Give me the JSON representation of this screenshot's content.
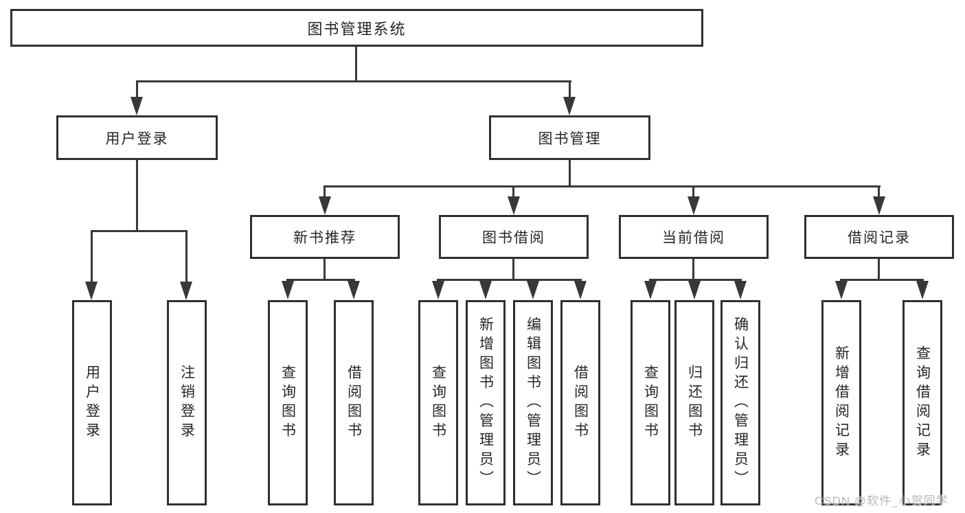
{
  "diagram": {
    "type": "tree-diagram",
    "colors": {
      "background": "#ffffff",
      "line": "#383838",
      "box_border": "#2f2f2f",
      "text": "#262626",
      "watermark": "#b3b6bb"
    },
    "root": {
      "label": "图书管理系统"
    },
    "level2": [
      {
        "label": "用户登录"
      },
      {
        "label": "图书管理"
      }
    ],
    "level3": [
      {
        "label": "新书推荐"
      },
      {
        "label": "图书借阅"
      },
      {
        "label": "当前借阅"
      },
      {
        "label": "借阅记录"
      }
    ],
    "leaves": {
      "user_login": [
        {
          "label": "用户登录"
        },
        {
          "label": "注销登录"
        }
      ],
      "new_book": [
        {
          "label": "查询图书"
        },
        {
          "label": "借阅图书"
        }
      ],
      "book_borrow": [
        {
          "label": "查询图书"
        },
        {
          "label": "新增图书（管理员）"
        },
        {
          "label": "编辑图书（管理员）"
        },
        {
          "label": "借阅图书"
        }
      ],
      "current_borrow": [
        {
          "label": "查询图书"
        },
        {
          "label": "归还图书"
        },
        {
          "label": "确认归还（管理员）"
        }
      ],
      "borrow_record": [
        {
          "label": "新增借阅记录"
        },
        {
          "label": "查询借阅记录"
        }
      ]
    },
    "watermark": "CSDN @软件_小贺同学"
  }
}
